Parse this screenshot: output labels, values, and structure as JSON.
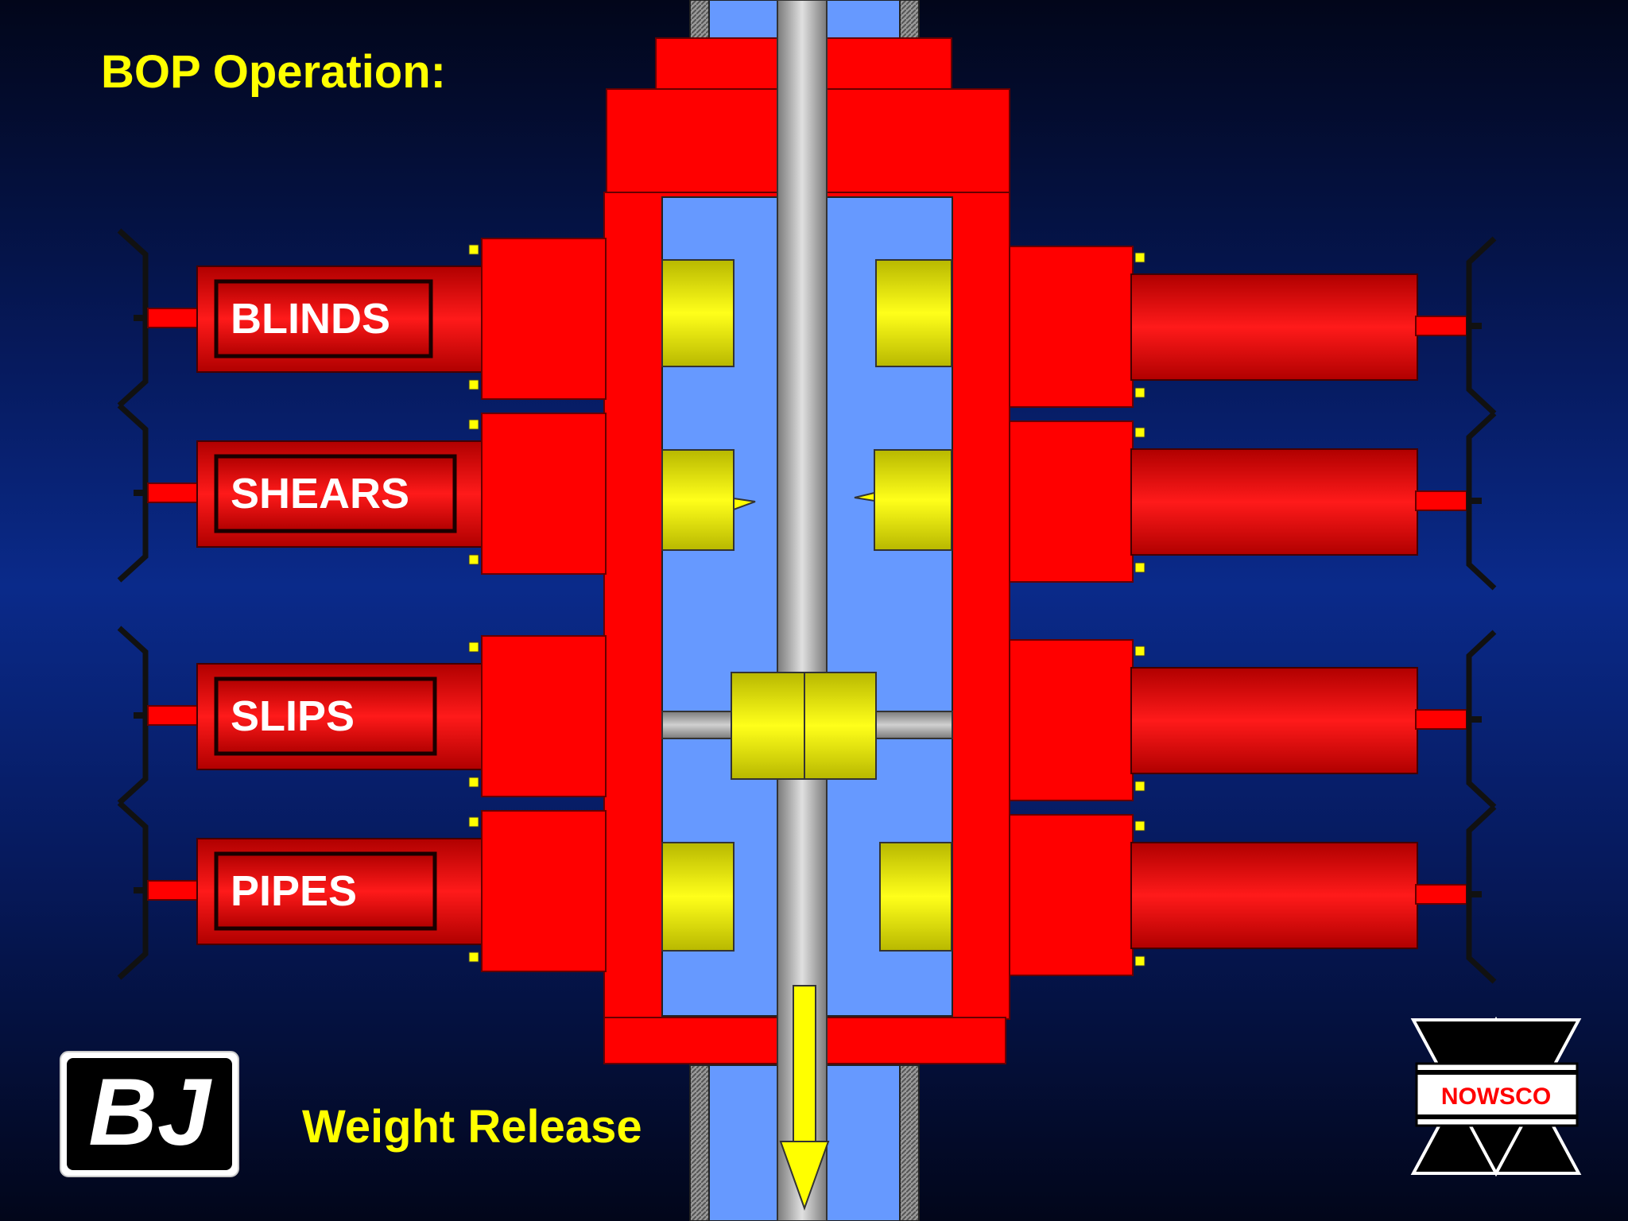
{
  "slide": {
    "title": "BOP Operation:",
    "caption": "Weight Release"
  },
  "rams": [
    {
      "id": "blinds",
      "label": "BLINDS"
    },
    {
      "id": "shears",
      "label": "SHEARS"
    },
    {
      "id": "slips",
      "label": "SLIPS"
    },
    {
      "id": "pipes",
      "label": "PIPES"
    }
  ],
  "logos": {
    "left": "BJ",
    "right": "NOWSCO"
  },
  "colors": {
    "body_red": "#ff0000",
    "bore_blue": "#6699ff",
    "ram_yellow": "#ffff00",
    "title_yellow": "#ffff00",
    "pipe_gray": "#b8b8b8"
  }
}
